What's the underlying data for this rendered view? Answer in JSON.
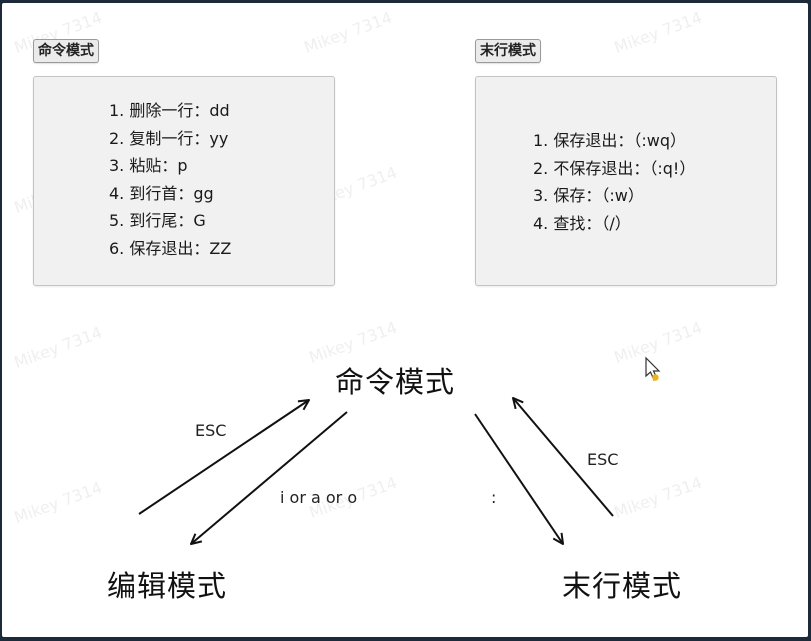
{
  "watermark": "Mikey 7314",
  "command_panel": {
    "title": "命令模式",
    "items": [
      "1. 删除一行：dd",
      "2. 复制一行：yy",
      "3. 粘贴：p",
      "4. 到行首：gg",
      "5. 到行尾：G",
      "6. 保存退出：ZZ"
    ]
  },
  "lastline_panel": {
    "title": "末行模式",
    "items": [
      "1. 保存退出：（:wq）",
      "2. 不保存退出：（:q!）",
      "3. 保存：（:w）",
      "4. 查找：（/）"
    ]
  },
  "diagram": {
    "nodes": {
      "command": "命令模式",
      "edit": "编辑模式",
      "lastline": "末行模式"
    },
    "edges": {
      "edit_to_command": "ESC",
      "command_to_edit": "i or a or o",
      "command_to_lastline": ":",
      "lastline_to_command": "ESC"
    },
    "arrow_color": "#111111"
  }
}
